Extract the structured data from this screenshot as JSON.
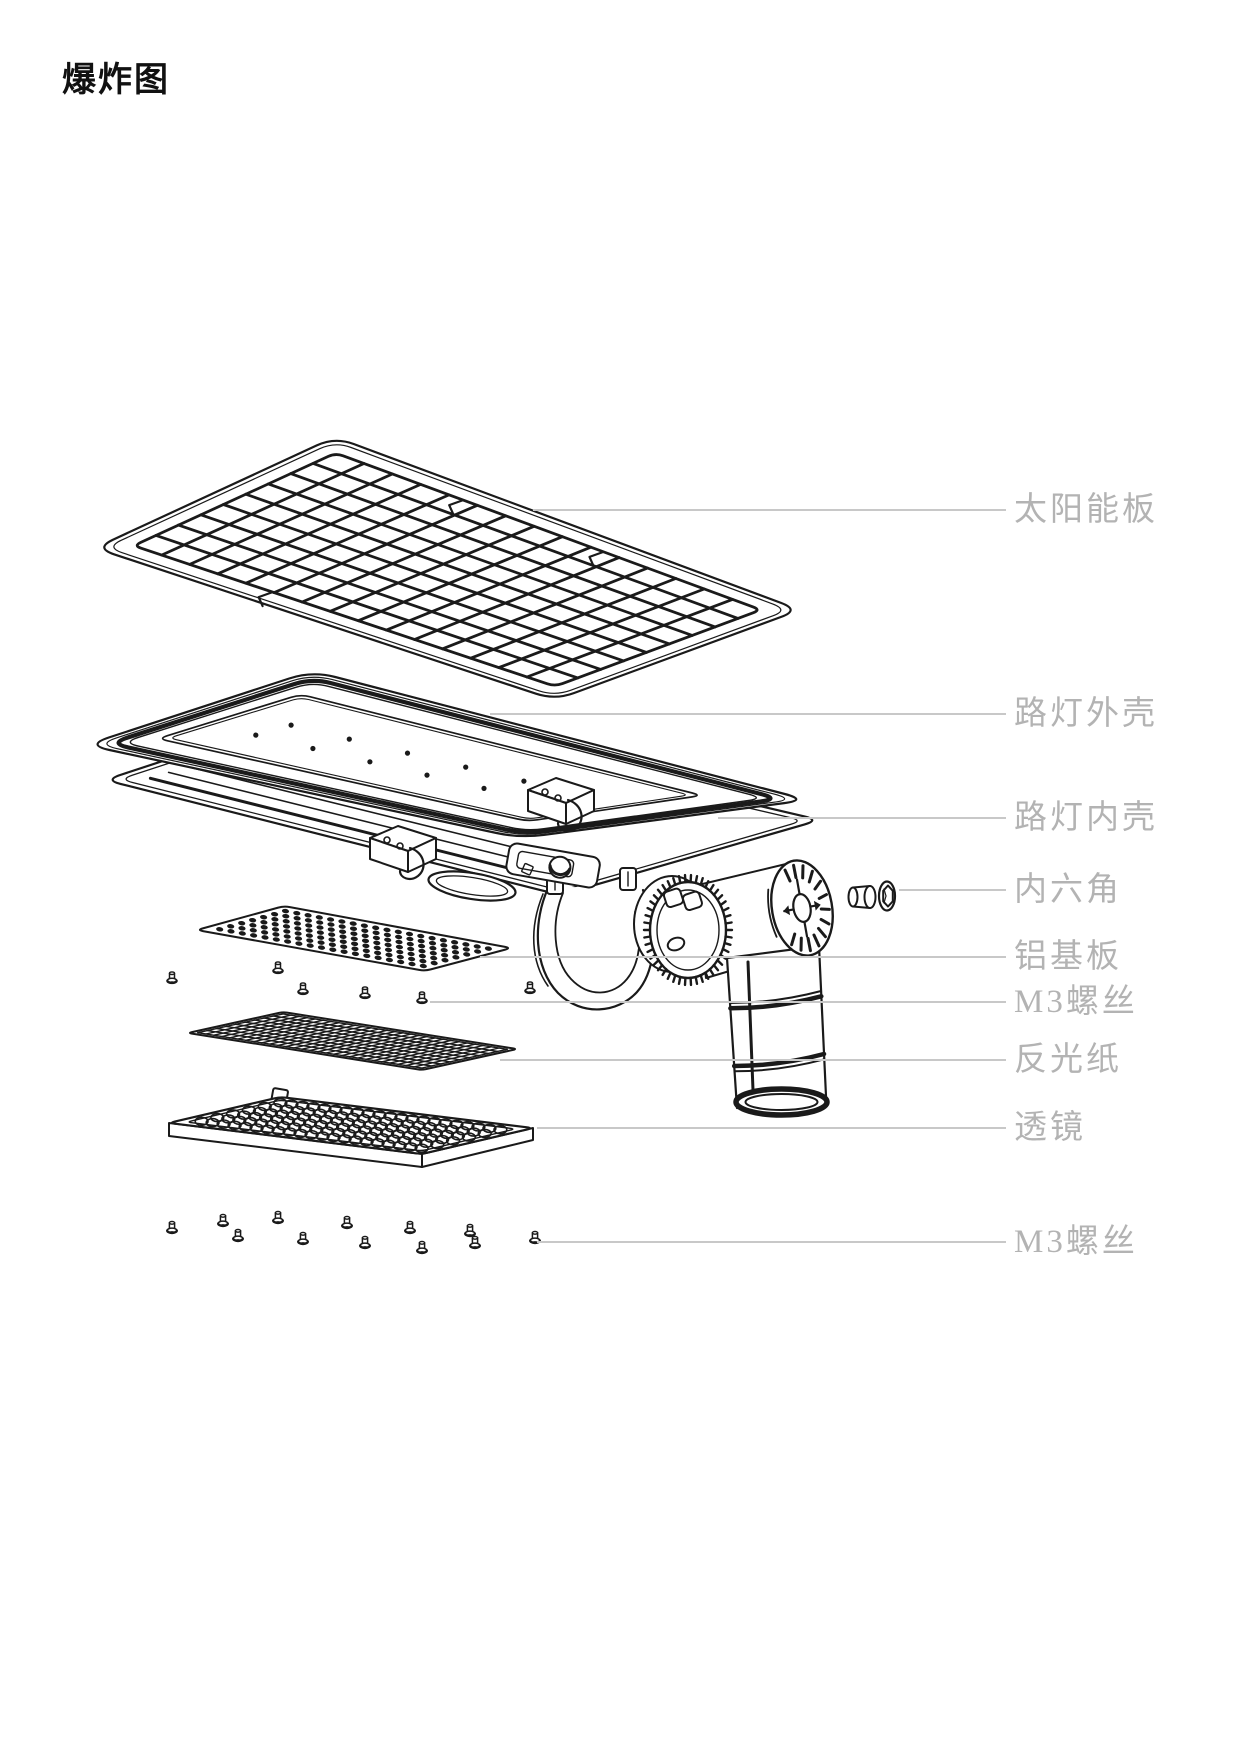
{
  "title": "爆炸图",
  "parts": [
    {
      "id": "solar-panel",
      "label": "太阳能板"
    },
    {
      "id": "outer-shell",
      "label": "路灯外壳"
    },
    {
      "id": "inner-shell",
      "label": "路灯内壳"
    },
    {
      "id": "hex-socket-screw",
      "label": "内六角"
    },
    {
      "id": "aluminum-pcb",
      "label": "铝基板"
    },
    {
      "id": "m3-screws-upper",
      "label": "M3螺丝"
    },
    {
      "id": "reflective-paper",
      "label": "反光纸"
    },
    {
      "id": "lens",
      "label": "透镜"
    },
    {
      "id": "m3-screws-lower",
      "label": "M3螺丝"
    }
  ],
  "colors": {
    "line": "#1a1a1a",
    "label_text": "#b3b3b3",
    "leader_line": "#c8c8c8",
    "background": "#ffffff"
  }
}
